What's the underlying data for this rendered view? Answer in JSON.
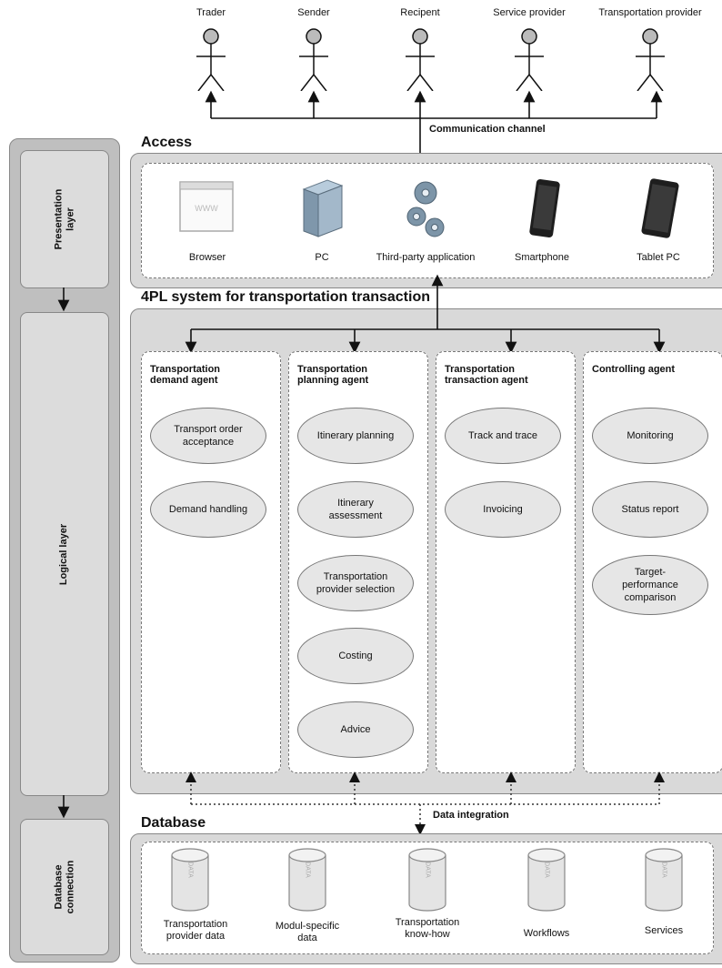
{
  "actors": [
    "Trader",
    "Sender",
    "Recipent",
    "Service provider",
    "Transportation provider"
  ],
  "communication_channel": "Communication channel",
  "access": {
    "title": "Access",
    "devices": [
      "Browser",
      "PC",
      "Third-party application",
      "Smartphone",
      "Tablet PC"
    ],
    "browser_glyph": "WWW"
  },
  "logic": {
    "title": "4PL system for transportation transaction",
    "agents": [
      {
        "title_line1": "Transportation",
        "title_line2": "demand agent",
        "tasks": [
          [
            "Transport order",
            "acceptance"
          ],
          [
            "Demand handling"
          ]
        ]
      },
      {
        "title_line1": "Transportation",
        "title_line2": "planning agent",
        "tasks": [
          [
            "Itinerary planning"
          ],
          [
            "Itinerary",
            "assessment"
          ],
          [
            "Transportation",
            "provider selection"
          ],
          [
            "Costing"
          ],
          [
            "Advice"
          ]
        ]
      },
      {
        "title_line1": "Transportation",
        "title_line2": "transaction agent",
        "tasks": [
          [
            "Track and trace"
          ],
          [
            "Invoicing"
          ]
        ]
      },
      {
        "title_line1": "Controlling agent",
        "title_line2": "",
        "tasks": [
          [
            "Monitoring"
          ],
          [
            "Status report"
          ],
          [
            "Target-",
            "performance",
            "comparison"
          ]
        ]
      }
    ]
  },
  "data_integration": "Data integration",
  "database": {
    "title": "Database",
    "cylinder_glyph": "DATA",
    "stores": [
      [
        "Transportation",
        "provider data"
      ],
      [
        "Modul-specific",
        "data"
      ],
      [
        "Transportation",
        "know-how"
      ],
      [
        "Workflows"
      ],
      [
        "Services"
      ]
    ]
  },
  "layers": {
    "presentation": [
      "Presentation",
      "layer"
    ],
    "logical": [
      "Logical layer"
    ],
    "database": [
      "Database",
      "connection"
    ]
  }
}
